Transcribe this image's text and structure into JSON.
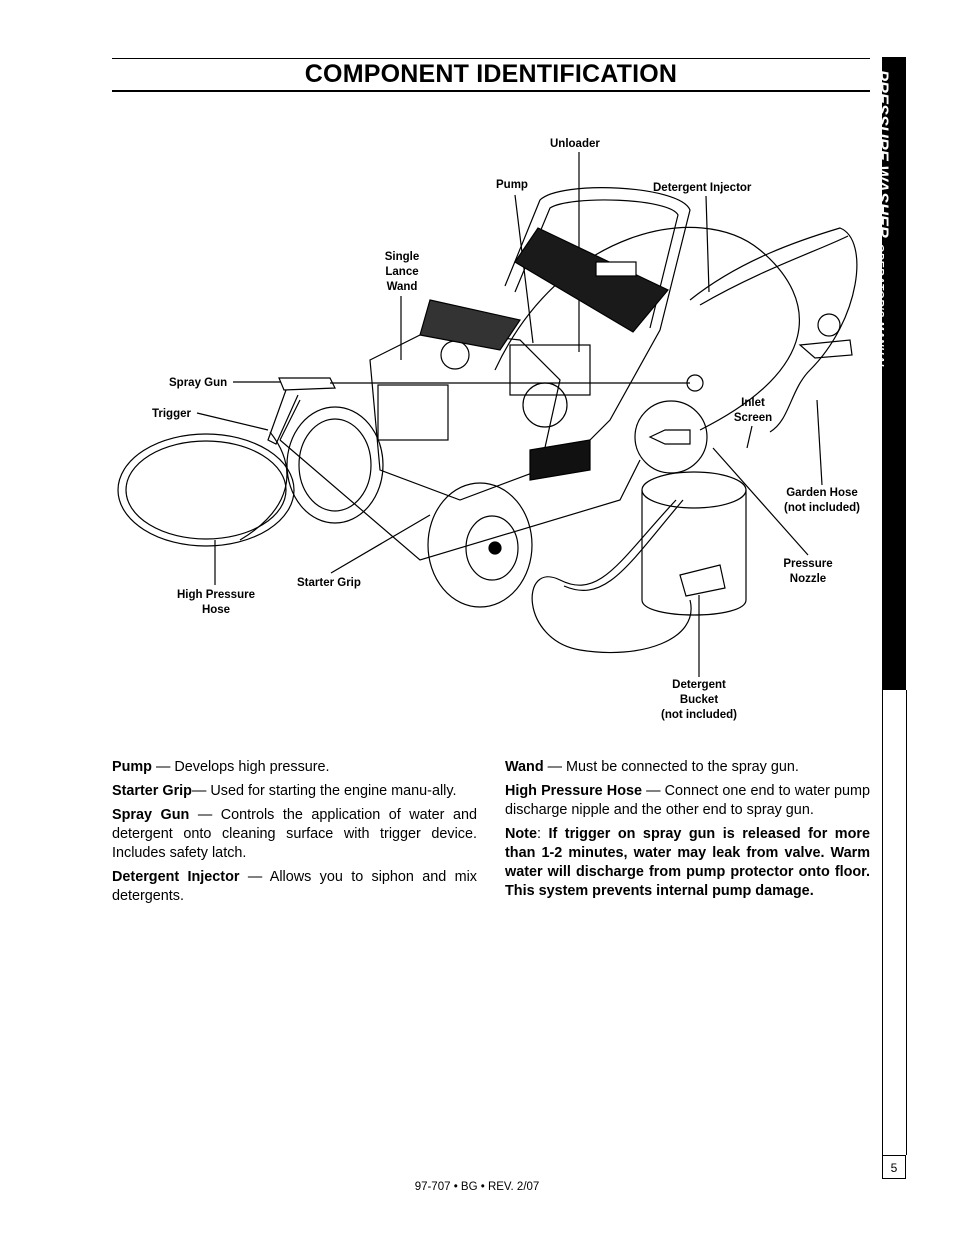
{
  "page": {
    "title": "COMPONENT IDENTIFICATION",
    "side_tab": {
      "main": "PRESSURE WASHER",
      "sub": "OPERATOR'S MANUAL"
    },
    "page_number": "5",
    "footer": "97-707  •  BG  •  REV. 2/07"
  },
  "diagram_labels": {
    "unloader": "Unloader",
    "pump": "Pump",
    "detergent_injector": "Detergent Injector",
    "single_lance_wand": [
      "Single",
      "Lance",
      "Wand"
    ],
    "spray_gun": "Spray Gun",
    "trigger": "Trigger",
    "inlet_screen": [
      "Inlet",
      "Screen"
    ],
    "garden_hose": [
      "Garden Hose",
      "(not included)"
    ],
    "pressure_nozzle": [
      "Pressure",
      "Nozzle"
    ],
    "starter_grip": "Starter Grip",
    "high_pressure_hose": [
      "High Pressure",
      "Hose"
    ],
    "detergent_bucket": [
      "Detergent",
      "Bucket",
      "(not included)"
    ]
  },
  "descriptions": {
    "left": [
      {
        "term": "Pump",
        "text": " — Develops high pressure."
      },
      {
        "term": "Starter Grip",
        "text": "— Used for starting the engine manu-ally."
      },
      {
        "term": "Spray Gun",
        "text": " — Controls the application of water and detergent onto cleaning surface with trigger device. Includes safety latch."
      },
      {
        "term": "Detergent Injector",
        "text": " —  Allows you to siphon and mix detergents."
      }
    ],
    "right": [
      {
        "term": "Wand",
        "text": " — Must be connected to the spray gun."
      },
      {
        "term": "High Pressure Hose",
        "text": " — Connect one end to water pump discharge nipple and the other end to spray gun."
      }
    ],
    "note": {
      "term": "Note",
      "sep": ": ",
      "text": "If trigger on spray gun is released for more than 1-2 minutes, water may leak from valve. Warm water will discharge from pump protector onto floor.  This system prevents internal pump damage."
    }
  }
}
